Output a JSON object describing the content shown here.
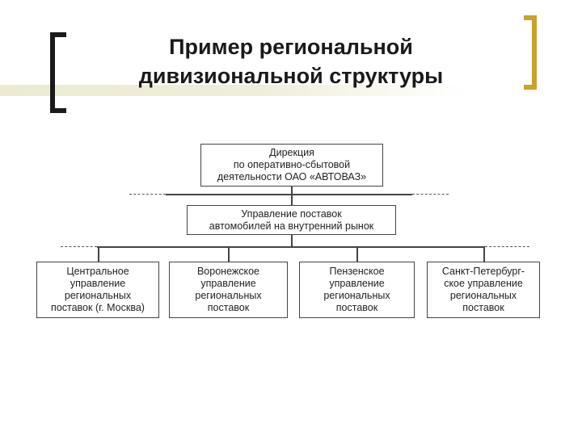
{
  "slide": {
    "title_line1": "Пример региональной",
    "title_line2": "дивизиональной структуры"
  },
  "diagram": {
    "directorate": {
      "line1": "Дирекция",
      "line2": "по оперативно-сбытовой",
      "line3": "деятельности ОАО «АВТОВАЗ»"
    },
    "management": {
      "line1": "Управление поставок",
      "line2": "автомобилей на внутренний рынок"
    },
    "units": [
      {
        "lines": [
          "Центральное",
          "управление",
          "региональных",
          "поставок (г. Москва)"
        ]
      },
      {
        "lines": [
          "Воронежское",
          "управление",
          "региональных",
          "поставок"
        ]
      },
      {
        "lines": [
          "Пензенское",
          "управление",
          "региональных",
          "поставок"
        ]
      },
      {
        "lines": [
          "Санкт-Петербург-",
          "ское управление",
          "региональных",
          "поставок"
        ]
      }
    ]
  },
  "colors": {
    "left_bracket": "#1a1a1a",
    "right_bracket": "#c9a227",
    "box_border": "#444444"
  }
}
